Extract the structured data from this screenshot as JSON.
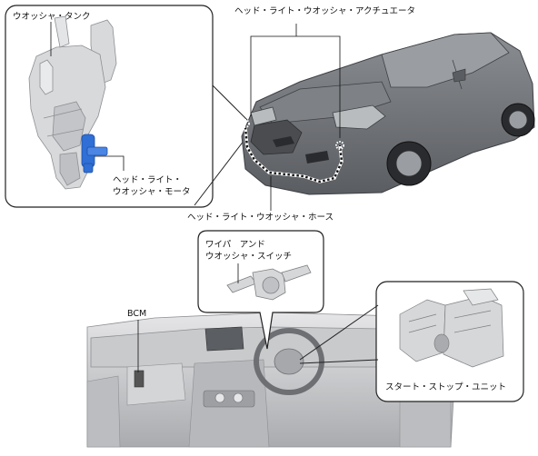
{
  "labels": {
    "washer_tank": "ウオッシャ・タンク",
    "actuator": "ヘッド・ライト・ウオッシャ・アクチュエータ",
    "motor_line1": "ヘッド・ライト・",
    "motor_line2": "ウオッシャ・モータ",
    "hose": "ヘッド・ライト・ウオッシャ・ホース",
    "switch_line1": "ワイパ　アンド",
    "switch_line2": "ウオッシャ・スイッチ",
    "bcm": "BCM",
    "start_stop": "スタート・ストップ・ユニット"
  },
  "colors": {
    "motor_highlight": "#2f6fd6",
    "car_body": "#6b6e72",
    "panel_gray": "#c9cacc"
  }
}
